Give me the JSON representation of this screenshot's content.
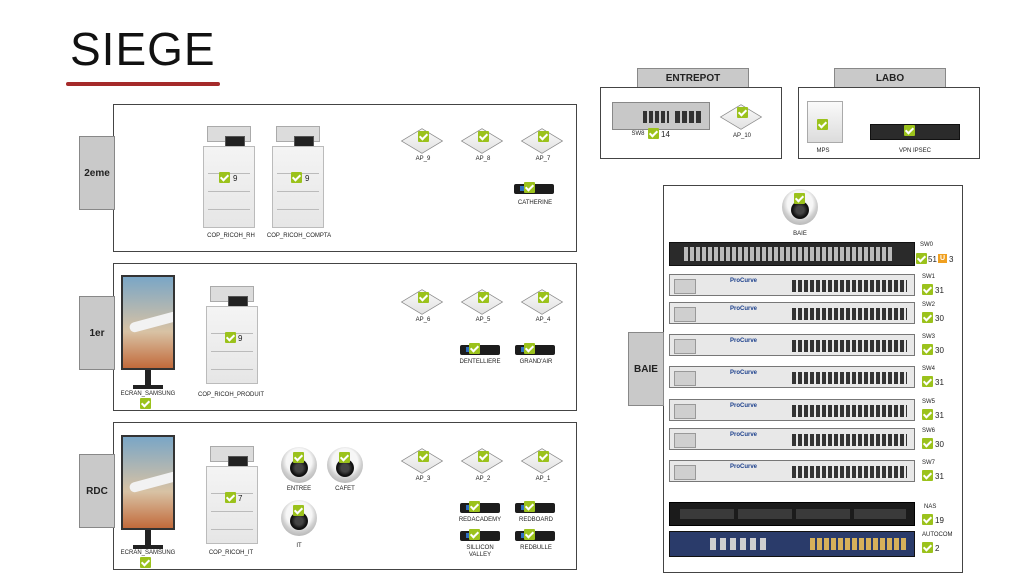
{
  "page": {
    "title": "SIEGE"
  },
  "floors": {
    "f2": {
      "label": "2eme"
    },
    "f1": {
      "label": "1er"
    },
    "rdc": {
      "label": "RDC"
    }
  },
  "devices": {
    "cop_rh": {
      "label": "COP_RICOH_RH",
      "value": "9"
    },
    "cop_compta": {
      "label": "COP_RICOH_COMPTA",
      "value": "9"
    },
    "ap9": {
      "label": "AP_9"
    },
    "ap8": {
      "label": "AP_8"
    },
    "ap7": {
      "label": "AP_7"
    },
    "catherine": {
      "label": "CATHERINE"
    },
    "ecran1": {
      "label": "ECRAN_SAMSUNG"
    },
    "cop_produit": {
      "label": "COP_RICOH_PRODUIT",
      "value": "9"
    },
    "ap6": {
      "label": "AP_6"
    },
    "ap5": {
      "label": "AP_5"
    },
    "ap4": {
      "label": "AP_4"
    },
    "dentelliere": {
      "label": "DENTELLIERE"
    },
    "grandair": {
      "label": "GRAND'AIR"
    },
    "ecran0": {
      "label": "ECRAN_SAMSUNG"
    },
    "cop_it": {
      "label": "COP_RICOH_IT",
      "value": "7"
    },
    "entree": {
      "label": "ENTREE"
    },
    "cafet": {
      "label": "CAFET"
    },
    "it": {
      "label": "IT"
    },
    "ap3": {
      "label": "AP_3"
    },
    "ap2": {
      "label": "AP_2"
    },
    "ap1": {
      "label": "AP_1"
    },
    "redacademy": {
      "label": "REDACADEMY"
    },
    "redboard": {
      "label": "REDBOARD"
    },
    "sillicon": {
      "label": "SILLICON\nVALLEY"
    },
    "redbulle": {
      "label": "REDBULLE"
    }
  },
  "entrepot": {
    "label": "ENTREPOT",
    "sw8": {
      "label": "SW8",
      "value": "14"
    },
    "ap10": {
      "label": "AP_10"
    }
  },
  "labo": {
    "label": "LABO",
    "mps": {
      "label": "MPS"
    },
    "vpn": {
      "label": "VPN IPSEC"
    }
  },
  "baie": {
    "label": "BAIE",
    "cam": {
      "label": "BAIE"
    },
    "sw0": {
      "label": "SW0",
      "value": "51",
      "badge": "U",
      "badge_value": "3"
    },
    "switches": [
      {
        "label": "SW1",
        "value": "31",
        "brand": "ProCurve"
      },
      {
        "label": "SW2",
        "value": "30",
        "brand": "ProCurve"
      },
      {
        "label": "SW3",
        "value": "30",
        "brand": "ProCurve"
      },
      {
        "label": "SW4",
        "value": "31",
        "brand": "ProCurve"
      },
      {
        "label": "SW5",
        "value": "31",
        "brand": "ProCurve"
      },
      {
        "label": "SW6",
        "value": "30",
        "brand": "ProCurve"
      },
      {
        "label": "SW7",
        "value": "31",
        "brand": "ProCurve"
      }
    ],
    "nas": {
      "label": "NAS",
      "value": "19"
    },
    "autocom": {
      "label": "AUTOCOM",
      "value": "2"
    }
  },
  "colors": {
    "check": "#9bc21c",
    "title_underline": "#a52a2a",
    "tab_bg": "#c9c9c9",
    "badge": "#f0a020"
  },
  "icons": [
    "check-icon",
    "access-point-icon",
    "copier-icon",
    "monitor-icon",
    "camera-icon",
    "router-icon",
    "switch-icon"
  ]
}
